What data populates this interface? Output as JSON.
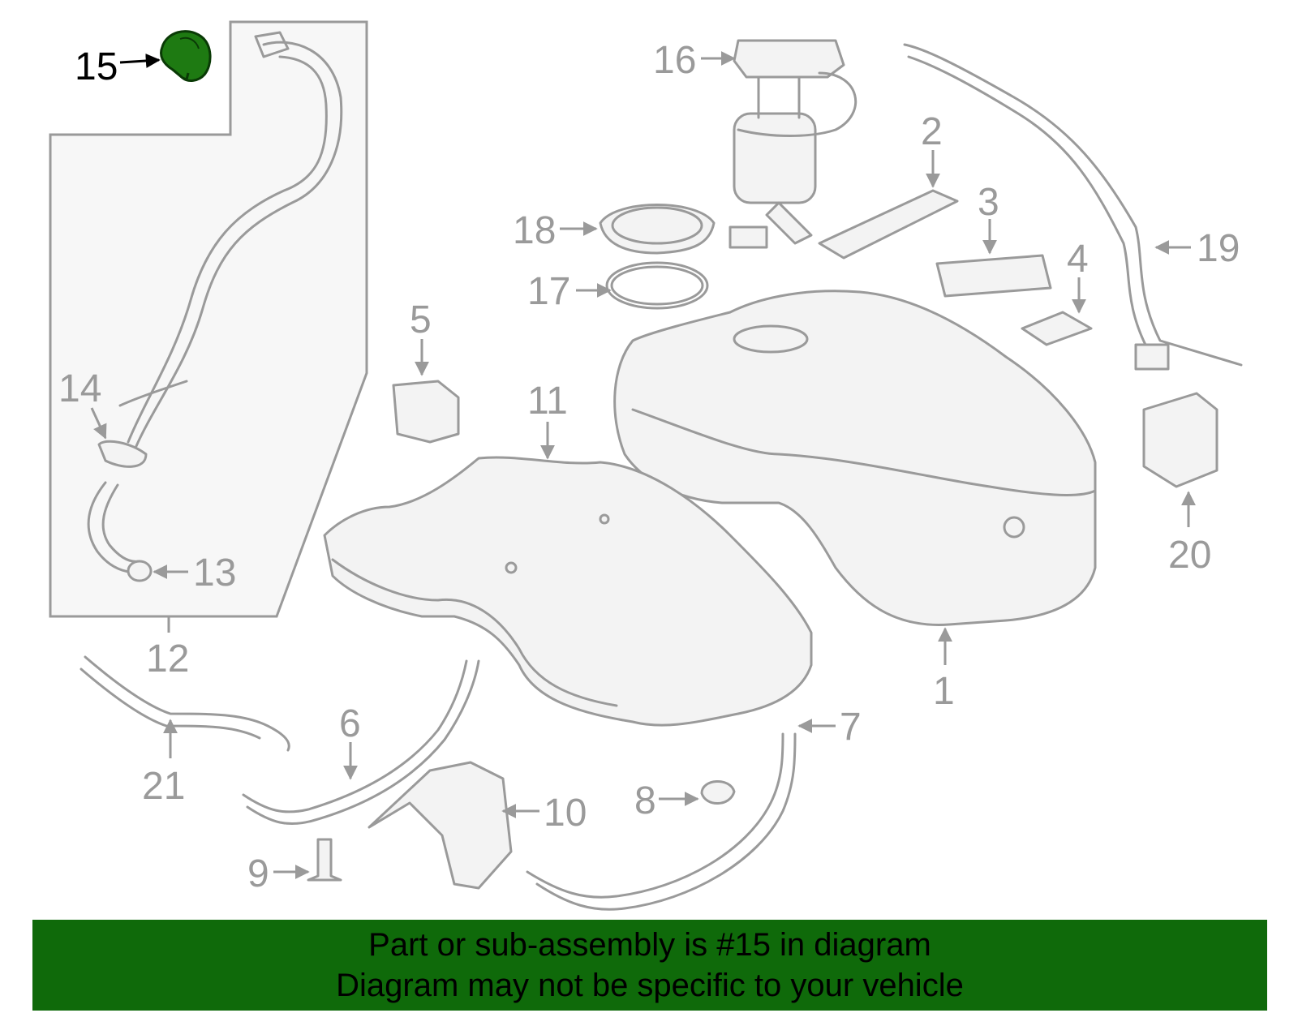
{
  "highlight": {
    "part_number": "15",
    "color": "#1e7a12"
  },
  "callouts": [
    "15",
    "16",
    "2",
    "3",
    "4",
    "18",
    "17",
    "5",
    "14",
    "11",
    "19",
    "13",
    "20",
    "12",
    "1",
    "21",
    "6",
    "7",
    "8",
    "10",
    "9"
  ],
  "banner": {
    "line1": "Part or sub-assembly is #15 in diagram",
    "line2": "Diagram may not be specific to your vehicle",
    "background": "#0f6a0a"
  }
}
